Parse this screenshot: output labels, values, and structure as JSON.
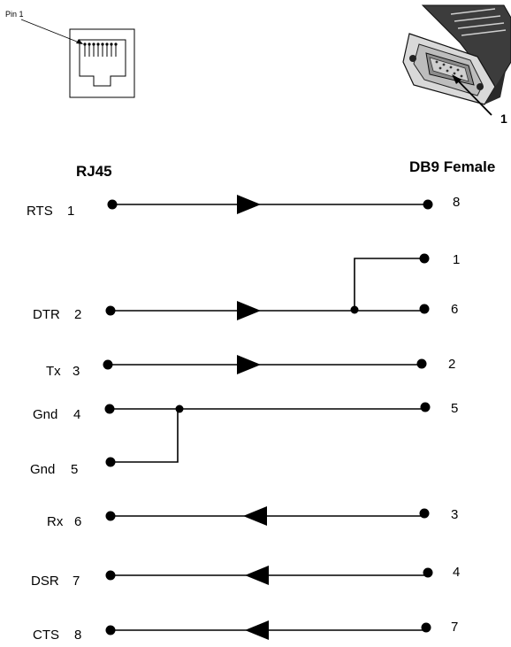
{
  "header": {
    "left_title": "RJ45",
    "right_title": "DB9 Female"
  },
  "rj45_inset": {
    "pin_label": "Pin 1"
  },
  "db9_inset": {
    "pin_label": "1"
  },
  "wires": [
    {
      "rj45_name": "RTS",
      "rj45_pin": "1",
      "db9_pin": "8",
      "direction": "to-db9"
    },
    {
      "rj45_name": "DTR",
      "rj45_pin": "2",
      "db9_pin": "6",
      "direction": "to-db9"
    },
    {
      "rj45_name": "Tx",
      "rj45_pin": "3",
      "db9_pin": "2",
      "direction": "to-db9"
    },
    {
      "rj45_name": "Gnd",
      "rj45_pin": "4",
      "db9_pin": "5",
      "direction": "none"
    },
    {
      "rj45_name": "Gnd",
      "rj45_pin": "5",
      "db9_pin": "",
      "direction": "none"
    },
    {
      "rj45_name": "Rx",
      "rj45_pin": "6",
      "db9_pin": "3",
      "direction": "to-rj45"
    },
    {
      "rj45_name": "DSR",
      "rj45_pin": "7",
      "db9_pin": "4",
      "direction": "to-rj45"
    },
    {
      "rj45_name": "CTS",
      "rj45_pin": "8",
      "db9_pin": "7",
      "direction": "to-rj45"
    }
  ],
  "junctions": [
    {
      "db9_pin": "1",
      "joins": "6"
    }
  ]
}
